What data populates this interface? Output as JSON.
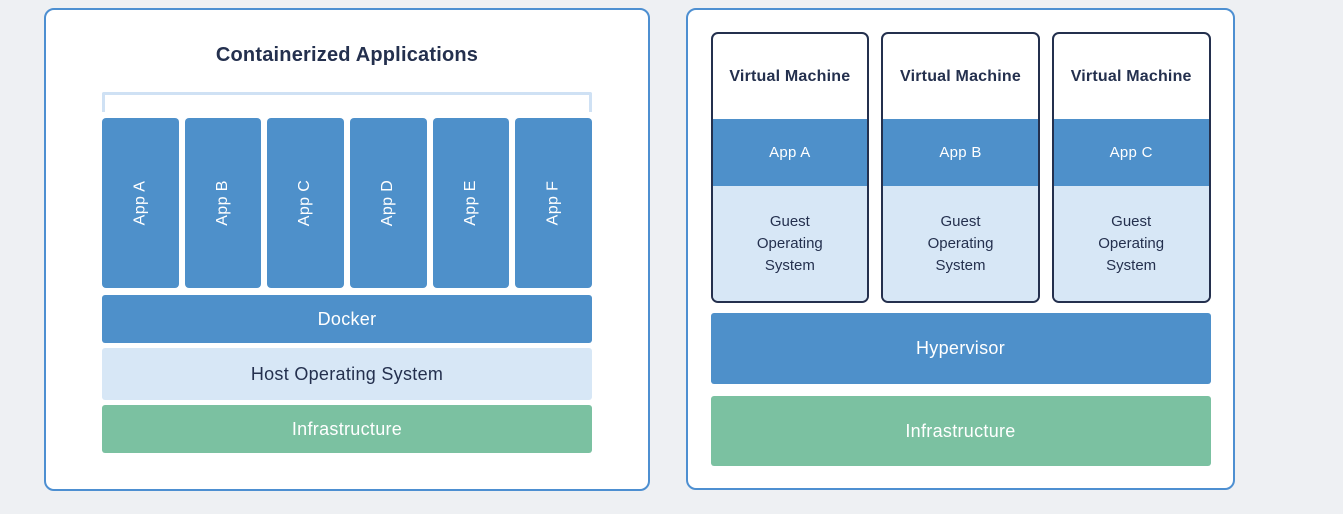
{
  "colors": {
    "page_background": "#eef0f3",
    "panel_border": "#4d8fd1",
    "block_blue": "#4e90ca",
    "block_light_blue": "#d7e7f6",
    "block_green": "#7bc1a1",
    "dark_navy_text": "#24304e",
    "bracket_light_blue": "#cfe1f4",
    "label_on_blue": "#ffffff"
  },
  "left": {
    "title": "Containerized Applications",
    "apps": [
      "App A",
      "App B",
      "App C",
      "App D",
      "App E",
      "App F"
    ],
    "docker": "Docker",
    "host_os": "Host Operating System",
    "infrastructure": "Infrastructure"
  },
  "right": {
    "vms": [
      {
        "title": "Virtual Machine",
        "app": "App A",
        "os": "Guest Operating System"
      },
      {
        "title": "Virtual Machine",
        "app": "App B",
        "os": "Guest Operating System"
      },
      {
        "title": "Virtual Machine",
        "app": "App C",
        "os": "Guest Operating System"
      }
    ],
    "hypervisor": "Hypervisor",
    "infrastructure": "Infrastructure"
  }
}
